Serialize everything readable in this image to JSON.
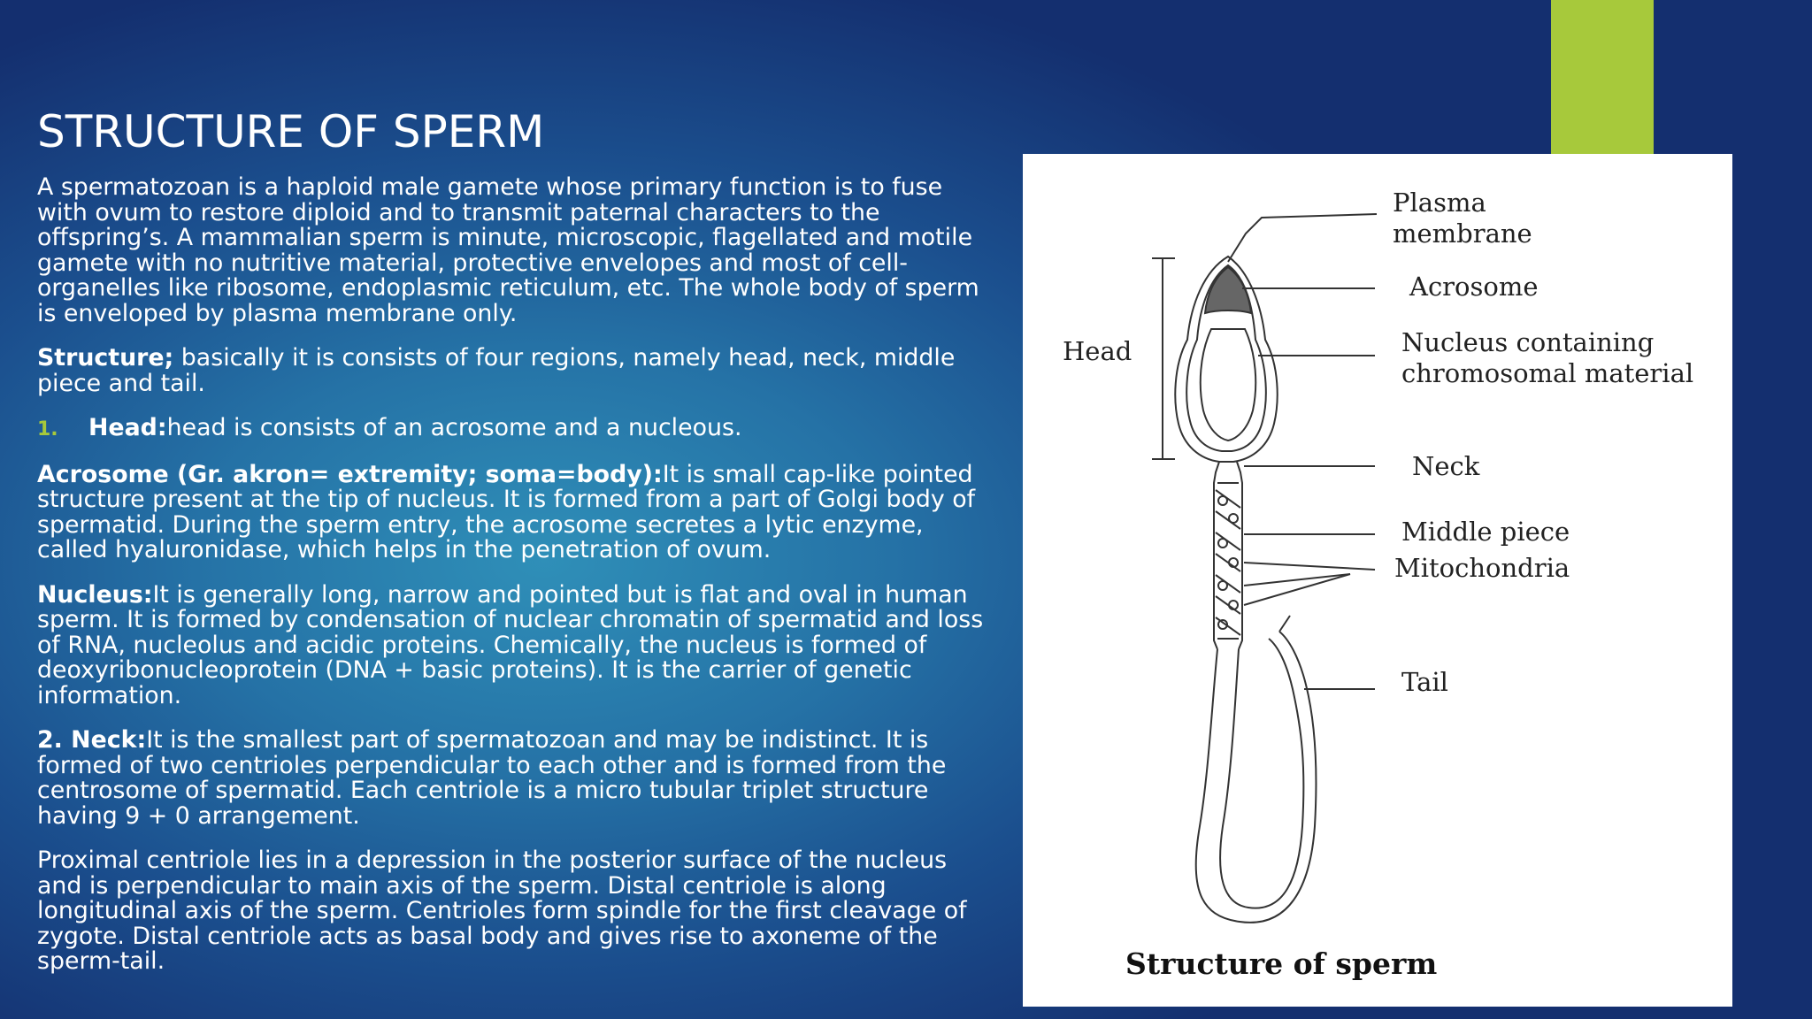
{
  "slide": {
    "title": "STRUCTURE OF SPERM",
    "intro": "A spermatozoan is a haploid male gamete whose primary function is to fuse with ovum to restore diploid and to transmit paternal characters to the offspring’s. A mammalian sperm is minute, microscopic, flagellated and motile gamete with no nutritive material, protective envelopes and most of cell- organelles like ribosome, endoplasmic reticulum, etc. The whole body of sperm is enveloped by plasma membrane only.",
    "structure": {
      "label": "Structure;",
      "text": " basically it is consists of four regions, namely head, neck, middle piece and tail."
    },
    "head_item": {
      "number": "1.",
      "label": "Head:",
      "text": "head is consists of an acrosome and a nucleous."
    },
    "acrosome": {
      "label": "Acrosome (Gr. akron= extremity; soma=body):",
      "text": "It is small cap-like pointed structure present at the tip of nucleus. It is formed from a part of Golgi body of spermatid. During the sperm entry, the acrosome secretes a lytic enzyme, called hyaluronidase, which helps in the penetration of ovum."
    },
    "nucleus": {
      "label": "Nucleus:",
      "text": "It is generally long, narrow and pointed but is flat and oval in human sperm. It is formed by condensation of nuclear chromatin of spermatid and loss of RNA, nucleolus and acidic proteins. Chemically, the nucleus is formed of deoxyribonucleoprotein (DNA + basic proteins). It is the carrier of genetic information."
    },
    "neck": {
      "label": "2. Neck:",
      "text": "It is the smallest part of spermatozoan and may be indistinct. It is formed of two centrioles perpendicular to each other and is formed from the centrosome of spermatid. Each centriole is a micro tubular triplet structure having 9 + 0 arrangement."
    },
    "centriole": "Proximal centriole lies in a depression in the posterior surface of the nucleus and is perpendicular to main axis of the sperm. Distal centriole is along longitudinal axis of the sperm. Centrioles form spindle for the first cleavage of zygote. Distal centriole acts as basal body and gives rise to axoneme of the sperm-tail."
  },
  "figure": {
    "labels": {
      "plasma_1": "Plasma",
      "plasma_2": "membrane",
      "acrosome": "Acrosome",
      "nucleus_1": "Nucleus containing",
      "nucleus_2": "chromosomal material",
      "head": "Head",
      "neck": "Neck",
      "middle_piece": "Middle piece",
      "mitochondria": "Mitochondria",
      "tail": "Tail"
    },
    "caption": "Structure of sperm"
  },
  "colors": {
    "accent": "#a7c93b",
    "background": "#1b4f8e",
    "text": "#ffffff"
  }
}
